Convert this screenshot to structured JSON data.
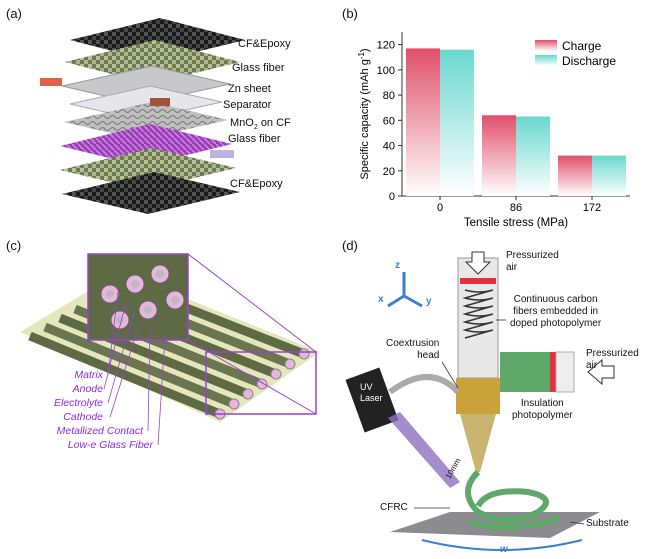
{
  "panel_a": {
    "label": "(a)",
    "layers": [
      "CF&Epoxy",
      "Glass fiber",
      "Zn sheet",
      "Separator",
      "MnO",
      "on CF",
      "Glass fiber",
      "CF&Epoxy"
    ],
    "mno2_sub": "2"
  },
  "panel_b": {
    "label": "(b)"
  },
  "chart_data": {
    "type": "bar",
    "categories": [
      "0",
      "86",
      "172"
    ],
    "series": [
      {
        "name": "Charge",
        "values": [
          117,
          64,
          32
        ],
        "color": "#e0506a"
      },
      {
        "name": "Discharge",
        "values": [
          116,
          63,
          32
        ],
        "color": "#6ad8d0"
      }
    ],
    "xlabel": "Tensile stress (MPa)",
    "ylabel": "Specific capacity (mAh g",
    "ylabel_sup": "-1",
    "ylabel_end": ")",
    "ylim": [
      0,
      130
    ],
    "yticks": [
      "0",
      "20",
      "40",
      "60",
      "80",
      "100",
      "120"
    ],
    "legend": "top-right"
  },
  "panel_c": {
    "label": "(c)",
    "labels": [
      "Matrix",
      "Anode",
      "Electrolyte",
      "Cathode",
      "Metallized Contact",
      "Low-e Glass Fiber"
    ]
  },
  "panel_d": {
    "label": "(d)",
    "axis_z": "z",
    "axis_x": "x",
    "axis_y": "y",
    "pressurized_air_top": [
      "Pressurized",
      "air"
    ],
    "continuous": [
      "Continuous carbon",
      "fibers embedded in",
      "doped photopolymer"
    ],
    "coextrusion": [
      "Coextrusion",
      "head"
    ],
    "pressurized_air_right": [
      "Pressurized",
      "air"
    ],
    "insulation": [
      "Insulation",
      "photopolymer"
    ],
    "uv_laser": [
      "UV",
      "Laser"
    ],
    "distance": "10mm",
    "cfrc": "CFRC",
    "substrate": "Substrate",
    "w": "w"
  }
}
